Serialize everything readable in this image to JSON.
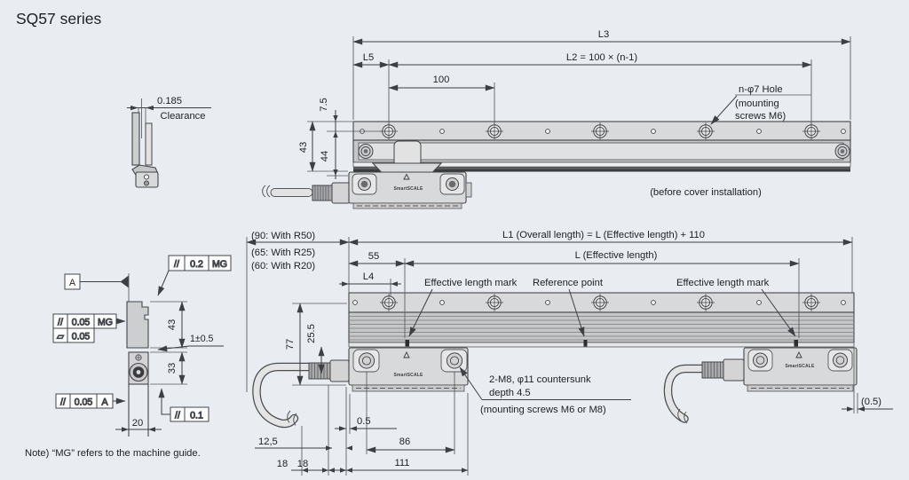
{
  "title": "SQ57 series",
  "note": "Note) “MG” refers to the machine guide.",
  "colors": {
    "background": "#e9edf2",
    "line": "#3f4245"
  },
  "clearance": {
    "dim": "0.185",
    "label": "Clearance"
  },
  "top": {
    "l3": "L3",
    "l5": "L5",
    "l2": "L2 = 100 × (n-1)",
    "d100": "100",
    "hole1": "n-φ7 Hole",
    "hole2": "(mounting",
    "hole3": "screws M6)",
    "caption": "(before cover installation)",
    "d75": "7.5",
    "d43": "43",
    "d44": "44",
    "logo": "SmartSCALE"
  },
  "section": {
    "datum": "A",
    "fcf_top_sym": "//",
    "fcf_top_val": "0.2",
    "fcf_top_ref": "MG",
    "fcf_p1_sym": "//",
    "fcf_p1_val": "0.05",
    "fcf_p1_ref": "MG",
    "fcf_flat_sym": "▱",
    "fcf_flat_val": "0.05",
    "fcf_pa_sym": "//",
    "fcf_pa_val": "0.05",
    "fcf_pa_ref": "A",
    "fcf_p01_sym": "//",
    "fcf_p01_val": "0.1",
    "d43": "43",
    "d33": "33",
    "gap": "1±0.5",
    "d20": "20"
  },
  "bottom": {
    "r50": "(90: With R50)",
    "r25": "(65: With R25)",
    "r20": "(60: With R20)",
    "l1": "L1 (Overall length) = L (Effective length) + 110",
    "leff": "L (Effective length)",
    "d55": "55",
    "l4": "L4",
    "effmark_l": "Effective length mark",
    "refpoint": "Reference point",
    "effmark_r": "Effective length mark",
    "d77": "77",
    "d255": "25.5",
    "d05": "0.5",
    "d125": "12,5",
    "d18a": "18",
    "d18b": "18",
    "d86": "86",
    "d111": "111",
    "m81": "2-M8, φ11 countersunk",
    "m82": "depth 4.5",
    "m83": "(mounting screws M6 or M8)",
    "d05r": "(0.5)",
    "logo1": "SmartSCALE",
    "logo2": "SmartSCALE"
  }
}
